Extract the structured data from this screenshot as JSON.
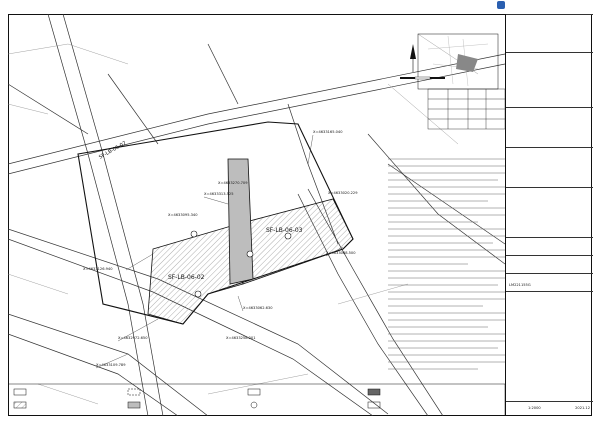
{
  "company_name": "",
  "title_block": {
    "proj_no_label": "",
    "proj_no": "LM221155G",
    "scale_label": "",
    "scale": "1:2000",
    "date_label": "",
    "date": "2021.12"
  },
  "map": {
    "parcels": [
      "SF-LB-06-02",
      "SF-LB-06-03",
      "SF-LB-06-07"
    ],
    "coord_labels": [
      "X=4633313.525",
      "X=4633126.940",
      "X=4633165.040",
      "X=4633095.340",
      "X=4633270.709",
      "X=4633020.229",
      "X=4633068.500",
      "X=4633062.630",
      "X=4633258.201",
      "X=4632972.650",
      "X=4633109.789"
    ]
  },
  "colors": {
    "line": "#111111",
    "accent": "#2a5fb0",
    "hatch": "#555555"
  }
}
